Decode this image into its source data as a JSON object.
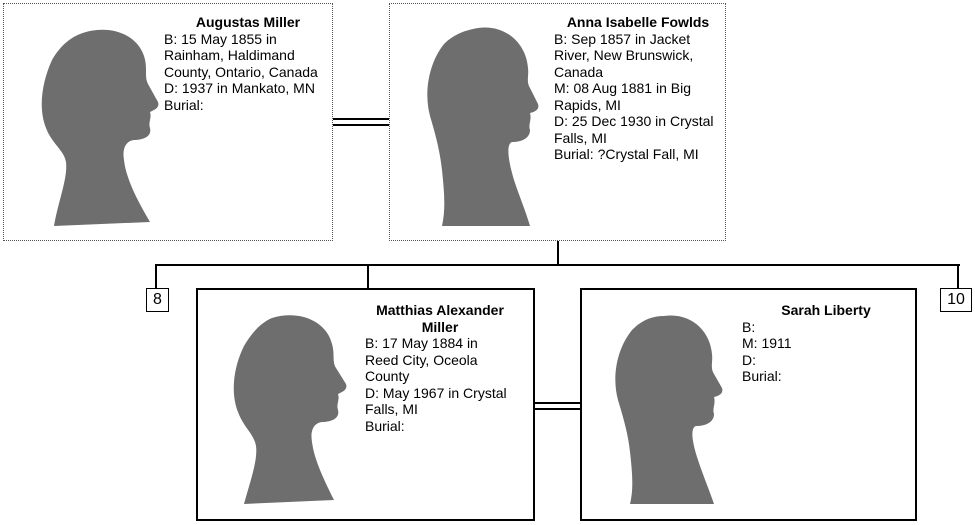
{
  "persons": {
    "augustas": {
      "name": "Augustas Miller",
      "birth": "B: 15 May 1855 in Rainham, Haldimand County, Ontario, Canada",
      "death": "D: 1937 in Mankato, MN",
      "burial": "Burial:"
    },
    "anna": {
      "name": "Anna Isabelle Fowlds",
      "birth": "B: Sep 1857 in Jacket River, New Brunswick, Canada",
      "marriage": "M: 08 Aug 1881 in Big Rapids, MI",
      "death": "D: 25 Dec 1930 in Crystal Falls, MI",
      "burial": "Burial: ?Crystal Fall, MI"
    },
    "matthias": {
      "name": "Matthias Alexander Miller",
      "birth": "B: 17 May 1884 in Reed City, Oceola County",
      "death": "D: May 1967 in Crystal Falls, MI",
      "burial": "Burial:"
    },
    "sarah": {
      "name": "Sarah Liberty",
      "birth": "B:",
      "marriage": "M: 1911",
      "death": "D:",
      "burial": "Burial:"
    }
  },
  "sibling_links": {
    "left": "8",
    "right": "10"
  },
  "colors": {
    "silhouette": "#6e6e6e",
    "line": "#000000"
  }
}
